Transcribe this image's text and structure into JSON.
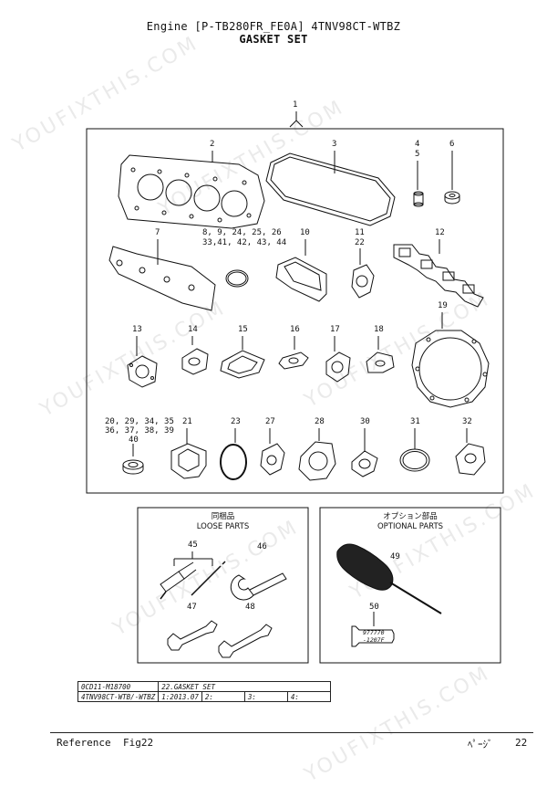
{
  "header": {
    "title": "Engine [P-TB280FR_FE0A]   4TNV98CT-WTBZ",
    "subtitle": "GASKET SET"
  },
  "callouts": {
    "c1": "1",
    "c2": "2",
    "c3": "3",
    "c4": "4",
    "c5": "5",
    "c6": "6",
    "c7": "7",
    "c8a": "8, 9, 24, 25, 26",
    "c8b": "33,41, 42, 43, 44",
    "c10": "10",
    "c11": "11",
    "c22": "22",
    "c12": "12",
    "c13": "13",
    "c14": "14",
    "c15": "15",
    "c16": "16",
    "c17": "17",
    "c18": "18",
    "c19": "19",
    "c20a": "20, 29, 34, 35",
    "c20b": "36, 37, 38, 39",
    "c40": "40",
    "c21": "21",
    "c23": "23",
    "c27": "27",
    "c28": "28",
    "c30": "30",
    "c31": "31",
    "c32": "32",
    "c45": "45",
    "c46": "46",
    "c47": "47",
    "c48": "48",
    "c49": "49",
    "c50": "50"
  },
  "loose_box": {
    "title_jp": "同梱品",
    "title_en": "LOOSE PARTS"
  },
  "optional_box": {
    "title_jp": "オプション部品",
    "title_en": "OPTIONAL PARTS"
  },
  "tube_label": {
    "line1": "977770",
    "line2": "-1207F"
  },
  "info_table": {
    "r1c1": "0CD11-M18700",
    "r1c2": "22.GASKET SET",
    "r2c1": "4TNV98CT-WTB/-WTBZ",
    "r2c2": "1:2013.07",
    "r2c3": "2:",
    "r2c4": "3:",
    "r2c5": "4:"
  },
  "footer": {
    "reference": "Reference",
    "fig": "Fig22",
    "page_label": "ﾍﾟｰｼﾞ",
    "page_number": "22"
  },
  "watermark": {
    "text": "YOUFIXTHIS.COM"
  },
  "colors": {
    "line": "#111111",
    "watermark": "#8c8c8c"
  }
}
